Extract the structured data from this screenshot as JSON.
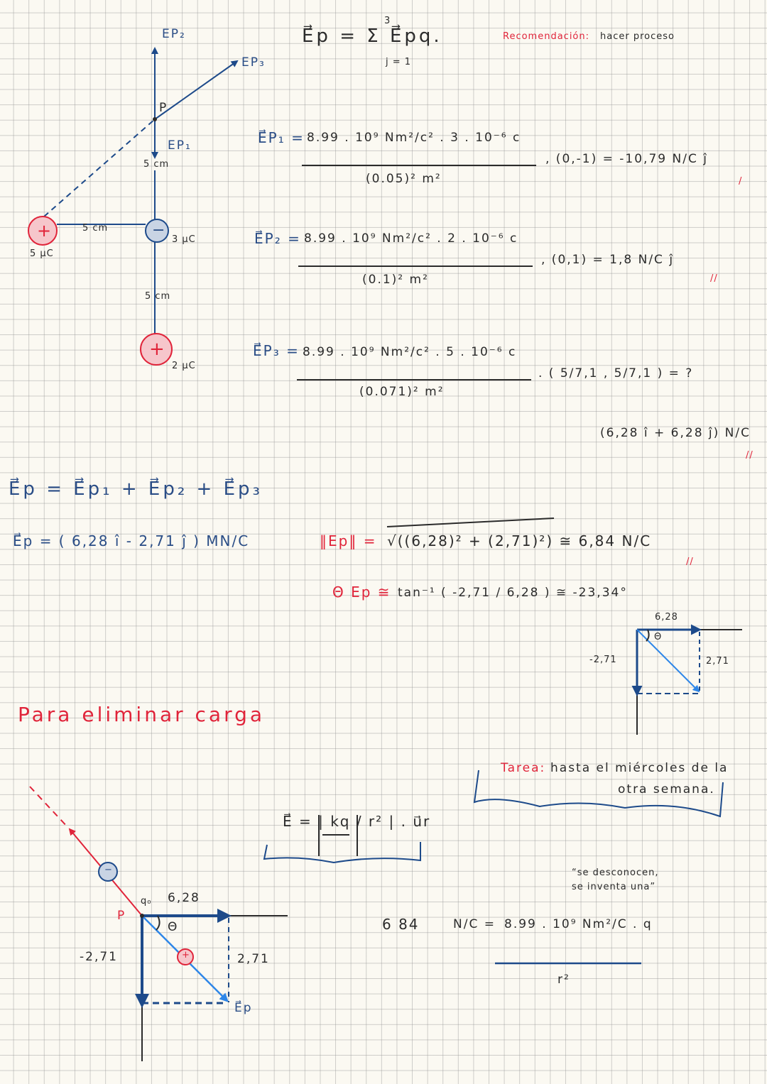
{
  "colors": {
    "ink": "#2b2b2b",
    "blue": "#1d4a8a",
    "light_blue": "#2e86e8",
    "red": "#e0243a",
    "paper": "#fbf9f2"
  },
  "diagram1": {
    "labels": {
      "ep2": "EP₂",
      "ep3": "EP₃",
      "ep1": "EP₁",
      "p": "P",
      "dist_top": "5 cm",
      "dist_left": "5 cm",
      "dist_bottom": "5 cm",
      "q_left": "5 μC",
      "q_center": "3 μC",
      "q_bottom": "2 μC"
    },
    "charges": {
      "left": "+",
      "center": "−",
      "bottom": "+"
    }
  },
  "header": {
    "sum_equation": "E⃗p  =  Σ  E⃗pq.",
    "sum_upper": "3",
    "sum_lower": "j = 1",
    "recommendation_label": "Recomendación:",
    "recommendation_text": "hacer proceso"
  },
  "ep1": {
    "label": "E⃗P₁ =",
    "numerator": "8.99 . 10⁹ Nm²/c² . 3 . 10⁻⁶ c",
    "denominator": "(0.05)² m²",
    "result": ", (0,-1) = -10,79  N/C ĵ",
    "mark": "/"
  },
  "ep2": {
    "label": "E⃗P₂ =",
    "numerator": "8.99 . 10⁹ Nm²/c² . 2 . 10⁻⁶ c",
    "denominator": "(0.1)² m²",
    "result": ", (0,1) = 1,8  N/C ĵ",
    "mark": "//"
  },
  "ep3": {
    "label": "E⃗P₃ =",
    "numerator": "8.99 . 10⁹ Nm²/c² . 5 . 10⁻⁶ c",
    "denominator": "(0.071)² m²",
    "result": ". ( 5/7,1 , 5/7,1 ) = ?",
    "final": "(6,28 î + 6,28 ĵ)  N/C",
    "mark": "//"
  },
  "sum_line": "E⃗p = E⃗p₁ + E⃗p₂ + E⃗p₃",
  "ep_result": "E⃗p = ( 6,28 î - 2,71 ĵ )  MN/C",
  "magnitude": {
    "label": "‖Ep‖ =",
    "expr": "√((6,28)² + (2,71)²)  ≅  6,84  N/C",
    "mark": "//"
  },
  "angle": {
    "label": "Θ Ep ≅",
    "expr": "tan⁻¹ ( -2,71 / 6,28 )  ≅   -23,34°"
  },
  "diagram2": {
    "x_label": "6,28",
    "y_label": "-2,71",
    "y_right_label": "2,71",
    "angle": "Θ"
  },
  "section_title": "Para eliminar carga",
  "task": {
    "label": "Tarea:",
    "text_line1": "hasta el miércoles de la",
    "text_line2": "otra semana."
  },
  "field_formula": "E⃗ = | kq / r² | . u⃗r",
  "diagram3": {
    "p": "P",
    "q0": "q₀",
    "x_label": "6,28",
    "y_label": "-2,71",
    "y_right_label": "2,71",
    "angle": "Θ",
    "ep": "E⃗p",
    "charge_neg": "−",
    "charge_pos": "+"
  },
  "final_eq": {
    "lhs": "6 84",
    "unit": "N/C =",
    "numerator": "8.99 . 10⁹ Nm²/C . q",
    "denominator": "r²",
    "note_line1": "“se desconocen,",
    "note_line2": "se inventa una”"
  }
}
